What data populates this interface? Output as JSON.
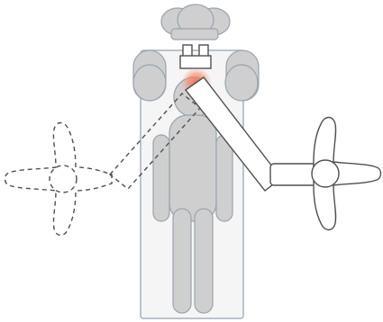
{
  "colors": {
    "background": "#ffffff",
    "figure_fill": "#cfcfcf",
    "figure_stroke": "#9aa4ae",
    "table_fill": "#f5f5f5",
    "table_stroke": "#a7b1bb",
    "arm_fill": "#ffffff",
    "arm_stroke": "#505050",
    "highlight": "#f26a4a"
  },
  "icons": {
    "alternate_position_arm": "dashed-arm-outline",
    "current_arm_holder": "cross-shaped-holder",
    "pivot": "pivot-joint",
    "hotspot": "orange-glow"
  }
}
